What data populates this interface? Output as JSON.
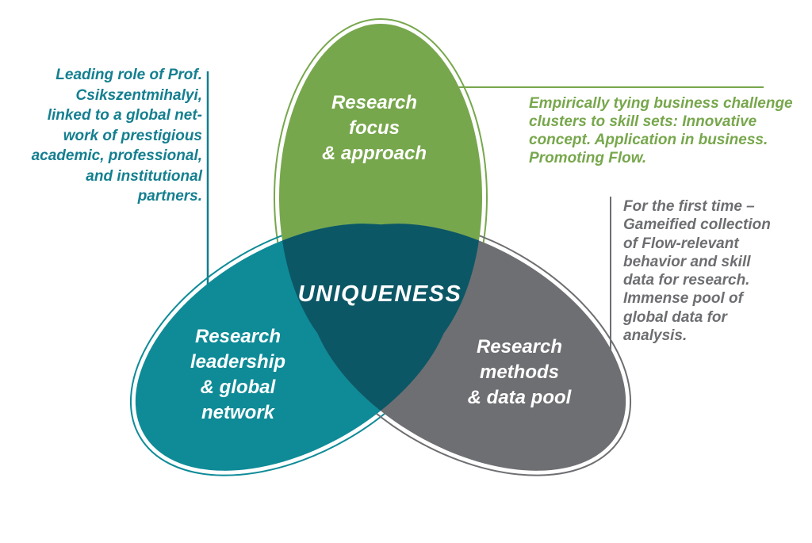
{
  "figure": {
    "center_label": "UNIQUENESS",
    "overlap_color": "#0c5766",
    "label_text_color": "#ffffff",
    "petals": {
      "focus": {
        "label": "Research\nfocus\n& approach",
        "color": "#77a74c"
      },
      "leadership": {
        "label": "Research\nleadership\n& global\nnetwork",
        "color": "#0e8b97"
      },
      "methods": {
        "label": "Research\nmethods\n& data pool",
        "color": "#6e6f72"
      }
    }
  },
  "annotations": {
    "leadership_note": {
      "text": "Leading role of Prof.\nCsikszentmihalyi,\nlinked to a global net-\nwork of prestigious\nacademic, professional,\nand institutional\npartners.",
      "color": "#147f90"
    },
    "focus_note": {
      "text": "Empirically tying business challenge\nclusters to skill sets: Innovative\nconcept. Application in business.\nPromoting Flow.",
      "color": "#77a74c"
    },
    "methods_note": {
      "text": "For the first time –\nGameified collection\nof Flow-relevant\nbehavior and skill\ndata for research.\nImmense pool of\nglobal data for\nanalysis.",
      "color": "#6d6e71"
    }
  }
}
